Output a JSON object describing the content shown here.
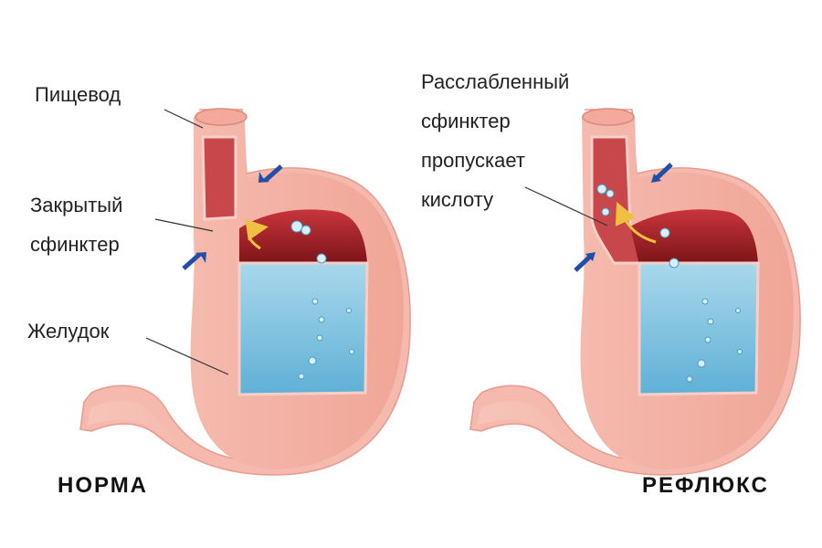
{
  "normal": {
    "labels": {
      "esophagus": "Пищевод",
      "sphincter_line1": "Закрытый",
      "sphincter_line2": "сфинктер",
      "stomach": "Желудок"
    },
    "caption": "НОРМА"
  },
  "reflux": {
    "labels": {
      "line1": "Расслабленный",
      "line2": "сфинктер",
      "line3": "пропускает",
      "line4": "кислоту"
    },
    "caption": "РЕФЛЮКС"
  },
  "colors": {
    "stomach_wall": "#f5b8ac",
    "stomach_wall_dark": "#e99a8d",
    "inner_red": "#a2232a",
    "acid_blue": "#7fc3e0",
    "acid_blue_light": "#bfe2f1",
    "arrow_blue": "#1f4fa8",
    "reflux_arrow": "#f0c040"
  }
}
